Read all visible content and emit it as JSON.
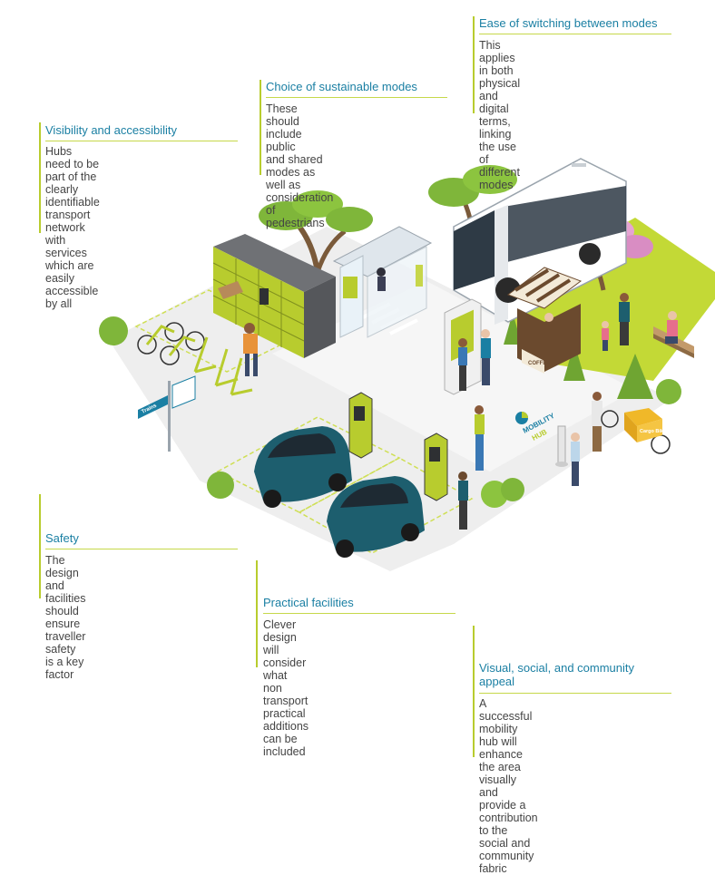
{
  "callouts": {
    "switching": {
      "title": "Ease of switching between modes",
      "body": [
        "This applies in both physical and",
        "digital terms, linking the use of",
        "different modes"
      ]
    },
    "sustainable": {
      "title": "Choice of sustainable modes",
      "body": [
        "These should include public",
        "and shared modes as well as",
        "consideration of pedestrians"
      ]
    },
    "visibility": {
      "title": "Visibility and accessibility",
      "body": [
        "Hubs need to be part of the",
        "clearly identifiable transport",
        "network with services which are",
        "easily accessible by all"
      ]
    },
    "safety": {
      "title": "Safety",
      "body": [
        "The design and facilities should",
        "ensure traveller safety is a key",
        "factor"
      ]
    },
    "practical": {
      "title": "Practical facilities",
      "body": [
        "Clever design will consider what",
        "non transport practical additions",
        "can be included"
      ]
    },
    "community": {
      "title": [
        "Visual, social, and community",
        "appeal"
      ],
      "body": [
        "A successful mobility hub will",
        "enhance the area visually and",
        "provide a contribution to the",
        "social and community fabric"
      ]
    }
  },
  "scene": {
    "hub_label": [
      "MOBILITY",
      "HUB"
    ],
    "coffee_sign": "COFFEE",
    "cargo_bike_label": "Cargo Bikes",
    "street_sign": "Trains",
    "colors": {
      "accent_green": "#b8cc2e",
      "title_blue": "#1a7fa3",
      "car_teal": "#1d5e6e",
      "lawn_green": "#c3d936"
    }
  }
}
